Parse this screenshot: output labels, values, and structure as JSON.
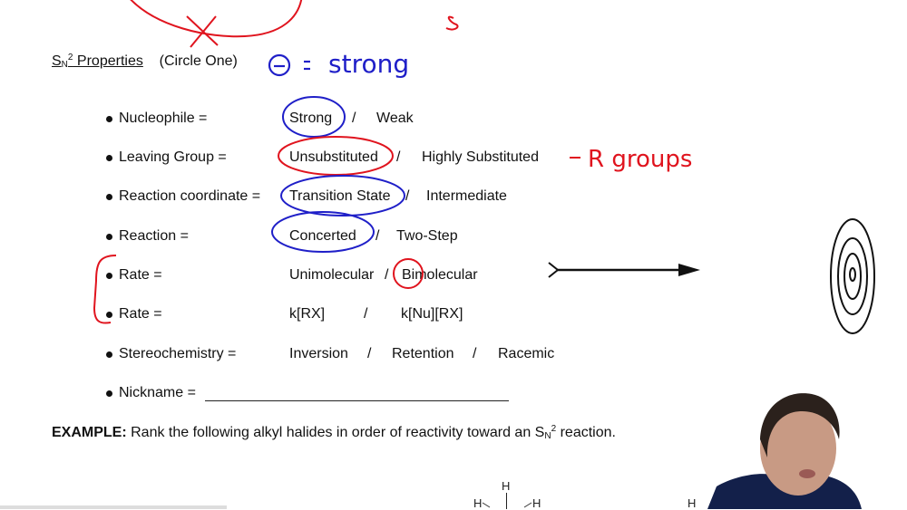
{
  "heading": {
    "title_prefix": "S",
    "title_sub": "N",
    "title_sup": "2",
    "title_rest": " Properties",
    "instruction": "(Circle One)"
  },
  "annotations": {
    "blue_note": "⊖ = strong",
    "red_note": "- R groups",
    "red_top_letter": "s"
  },
  "properties": [
    {
      "label": "Nucleophile =",
      "options": [
        "Strong",
        "/",
        "Weak"
      ],
      "circled": "Strong",
      "circle_color": "#1f1fc8"
    },
    {
      "label": "Leaving Group =",
      "options": [
        "Unsubstituted",
        "/",
        "Highly Substituted"
      ],
      "circled": "Unsubstituted",
      "circle_color": "#e0141e"
    },
    {
      "label": "Reaction coordinate =",
      "options": [
        "Transition State",
        "/",
        "Intermediate"
      ],
      "circled": "Transition State",
      "circle_color": "#1f1fc8"
    },
    {
      "label": "Reaction =",
      "options": [
        "Concerted",
        "/",
        "Two-Step"
      ],
      "circled": "Concerted",
      "circle_color": "#1f1fc8"
    },
    {
      "label": "Rate =",
      "options": [
        "Unimolecular",
        "/",
        "Bimolecular"
      ],
      "circled": "Bi",
      "circle_color": "#e0141e"
    },
    {
      "label": "Rate =",
      "options": [
        "k[RX]",
        "/",
        "k[Nu][RX]"
      ]
    },
    {
      "label": "Stereochemistry =",
      "options": [
        "Inversion",
        "/",
        "Retention",
        "/",
        "Racemic"
      ]
    },
    {
      "label": "Nickname =",
      "options": []
    }
  ],
  "example": {
    "bold": "EXAMPLE:",
    "text": " Rank the following alkyl halides in order of reactivity toward an S",
    "sub": "N",
    "sup": "2",
    "end": " reaction."
  },
  "molecule_labels": {
    "top_h": "H",
    "left_h": "H",
    "right_h": "H",
    "far_h": "H"
  },
  "colors": {
    "red_ink": "#e0141e",
    "blue_ink": "#1f1fc8",
    "text": "#111111"
  }
}
